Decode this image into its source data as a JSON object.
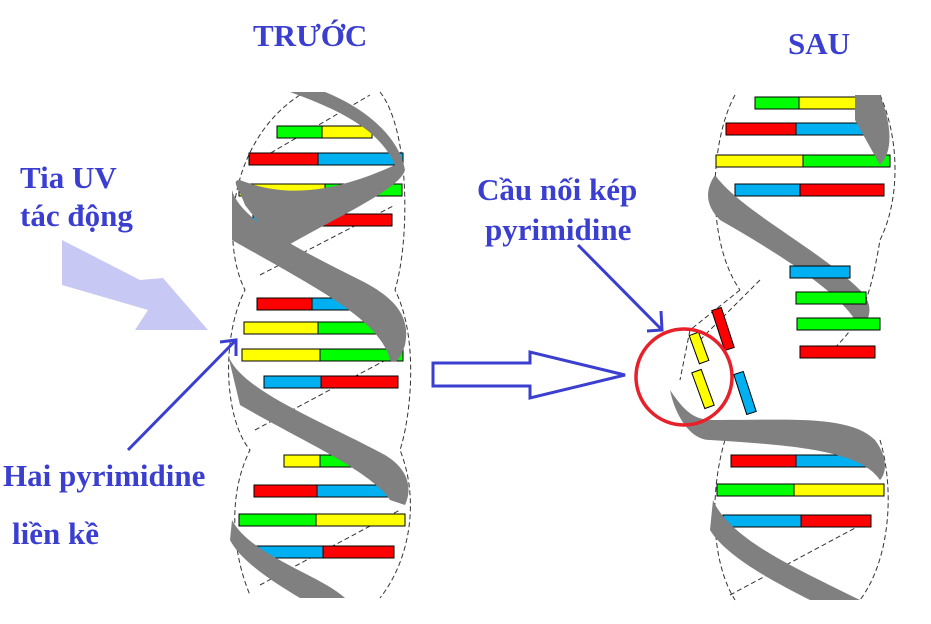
{
  "labels": {
    "before": "TRƯỚC",
    "after": "SAU",
    "uv_line1": "Tia UV",
    "uv_line2": "tác động",
    "dimer_line1": "Cầu nối kép",
    "dimer_line2": "pyrimidine",
    "adjacent_line1": "Hai pyrimidine",
    "adjacent_line2": "liền kề"
  },
  "colors": {
    "label_text": "#3b3fd0",
    "backbone": "#808080",
    "uv_arrow": "#c8c8f4",
    "pointer_arrow": "#3b3fd0",
    "circle": "#e8202a",
    "base_red": "#ff0000",
    "base_blue": "#00b0f0",
    "base_yellow": "#ffff00",
    "base_green": "#00ff00"
  },
  "dna_before": {
    "base_pairs": [
      [
        "green",
        "yellow"
      ],
      [
        "red",
        "blue"
      ],
      [
        "yellow",
        "green"
      ],
      [
        "blue",
        "red"
      ],
      [
        "red",
        "blue"
      ],
      [
        "yellow",
        "green"
      ],
      [
        "yellow",
        "green"
      ],
      [
        "blue",
        "red"
      ],
      [
        "yellow",
        "green"
      ],
      [
        "red",
        "blue"
      ],
      [
        "green",
        "yellow"
      ],
      [
        "blue",
        "red"
      ]
    ]
  },
  "dna_after": {
    "base_pairs_top": [
      [
        "green",
        "yellow"
      ],
      [
        "red",
        "blue"
      ],
      [
        "yellow",
        "green"
      ],
      [
        "blue",
        "red"
      ]
    ],
    "broken_right": [
      "blue",
      "green",
      "green",
      "red"
    ],
    "dimer": [
      "yellow",
      "yellow"
    ],
    "broken_left": [
      "red",
      "blue"
    ],
    "base_pairs_bottom": [
      [
        "red",
        "blue"
      ],
      [
        "green",
        "yellow"
      ],
      [
        "blue",
        "red"
      ]
    ]
  }
}
